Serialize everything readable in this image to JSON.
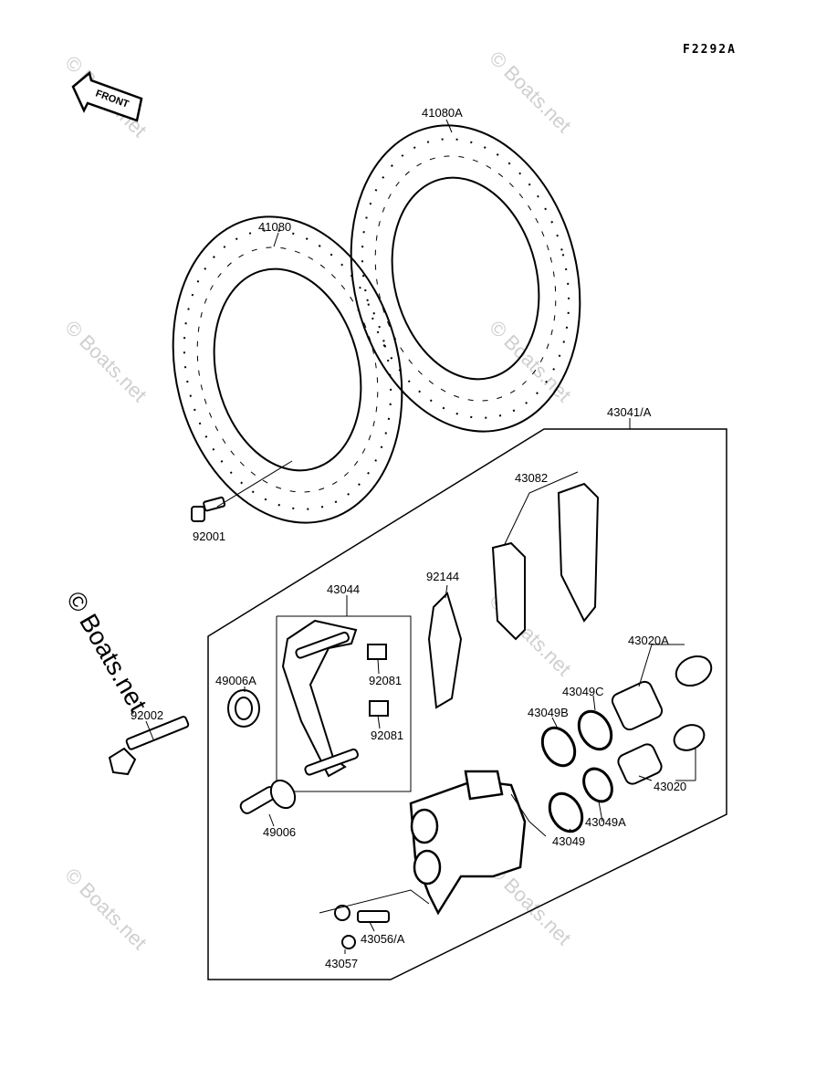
{
  "diagram_code": "F2292A",
  "front_label": "FRONT",
  "watermark_text": "© Boats.net",
  "parts": {
    "disc_right": "41080A",
    "disc_left": "41080",
    "caliper_assy": "43041/A",
    "pads": "43082",
    "spring": "92144",
    "holder": "43044",
    "disc_bolt": "92001",
    "boot": "49006A",
    "mount_bolt": "92002",
    "clip_a": "92081",
    "clip_b": "92081",
    "slide_pin": "49006",
    "piston_a": "43020A",
    "seal_c": "43049C",
    "seal_b": "43049B",
    "piston": "43020",
    "seal_a": "43049A",
    "seal": "43049",
    "bleeder": "43056/A",
    "cap": "43057"
  },
  "colors": {
    "line": "#000000",
    "watermark": "#cfcfcf"
  }
}
